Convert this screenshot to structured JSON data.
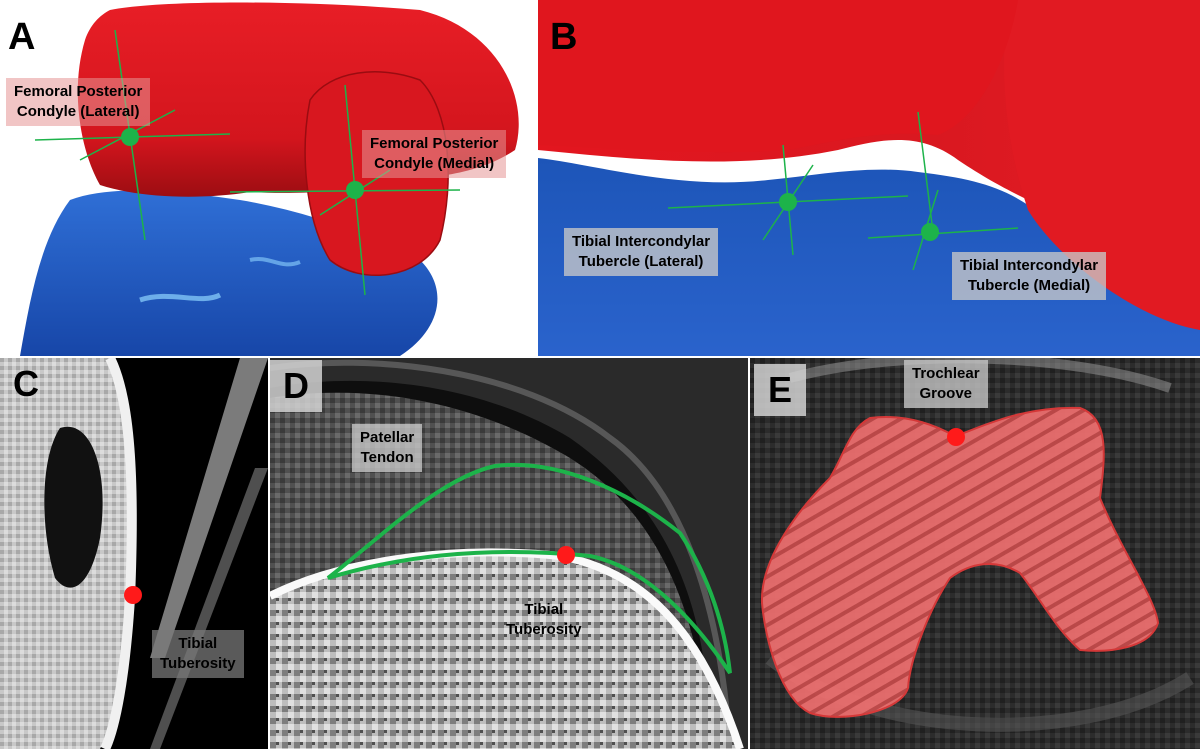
{
  "panels": {
    "A": {
      "letter": "A",
      "labels": {
        "femoral_lateral": "Femoral Posterior\nCondyle (Lateral)",
        "femoral_medial": "Femoral Posterior\nCondyle (Medial)"
      }
    },
    "B": {
      "letter": "B",
      "labels": {
        "tibial_lateral": "Tibial Intercondylar\nTubercle (Lateral)",
        "tibial_medial": "Tibial Intercondylar\nTubercle (Medial)"
      }
    },
    "C": {
      "letter": "C",
      "labels": {
        "tibial_tuberosity": "Tibial\nTuberosity"
      }
    },
    "D": {
      "letter": "D",
      "labels": {
        "patellar_tendon": "Patellar\nTendon",
        "tibial_tuberosity": "Tibial\nTuberosity"
      }
    },
    "E": {
      "letter": "E",
      "labels": {
        "trochlear_groove": "Trochlear\nGroove"
      }
    }
  },
  "colors": {
    "femur": "#e31b23",
    "tibia": "#1f5fc8",
    "landmark_green": "#1db34a",
    "landmark_red": "#ff1a1a",
    "segmentation": "#f06464"
  }
}
